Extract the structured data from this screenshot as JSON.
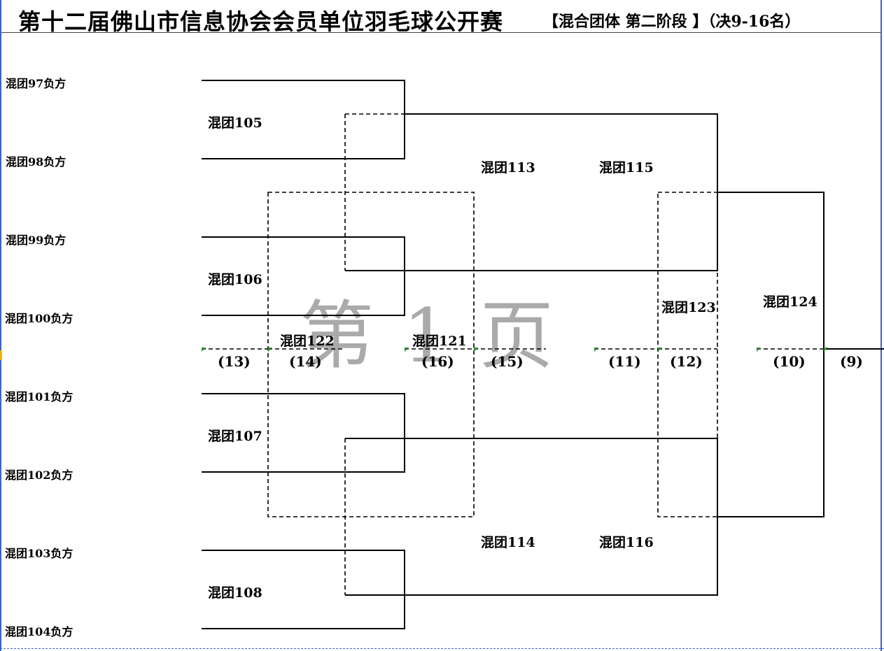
{
  "title": "第十二届佛山市信息协会会员单位羽毛球公开赛",
  "subtitle": "【混合团体 第二阶段 】（决9-16名）",
  "watermark": "第 1 页",
  "teams": [
    "混团97负方",
    "混团98负方",
    "混团99负方",
    "混团100负方",
    "混团101负方",
    "混团102负方",
    "混团103负方",
    "混团104负方"
  ],
  "winners": {
    "w105": "混团105",
    "w106": "混团106",
    "w107": "混团107",
    "w108": "混团108",
    "w113": "混团113",
    "w114": "混团114",
    "w115": "混团115",
    "w116": "混团116",
    "w121": "混团121",
    "w122": "混团122",
    "w123": "混团123",
    "w124": "混团124"
  },
  "rounds": [
    "(13)",
    "(14)",
    "(16)",
    "(15)",
    "(11)",
    "(12)",
    "(10)",
    "(9)"
  ]
}
